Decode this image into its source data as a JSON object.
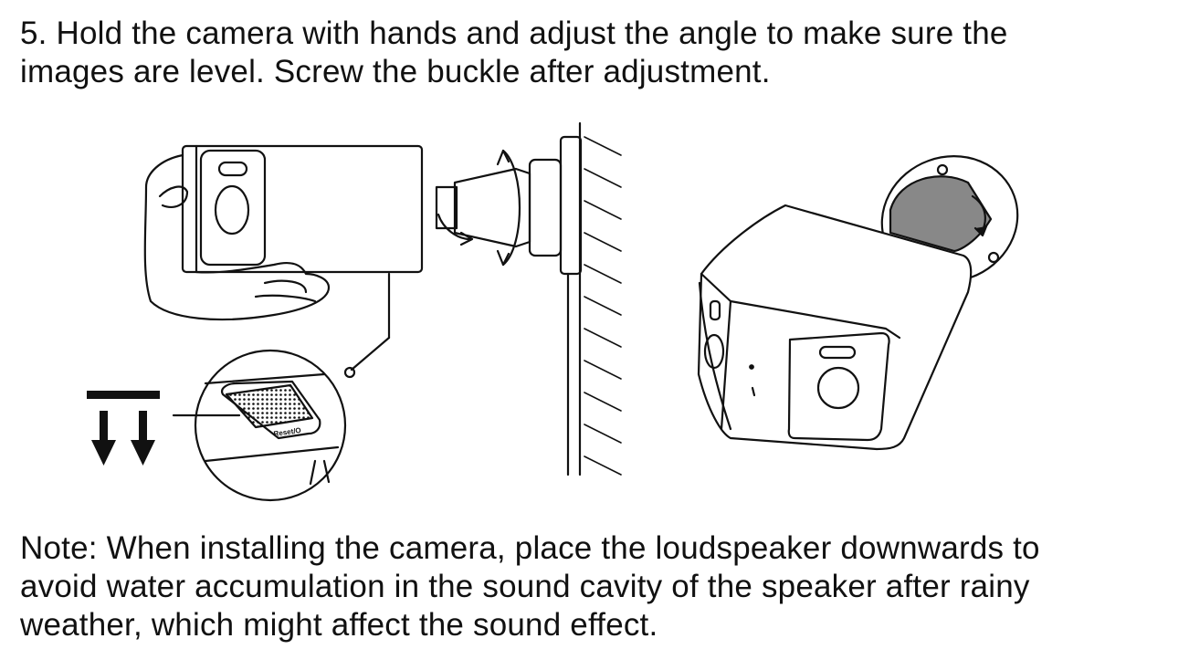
{
  "step": {
    "line1": "5. Hold the camera with hands and adjust the angle to make sure the",
    "line2": "images are level. Screw the buckle after adjustment."
  },
  "illustration": {
    "label": "Reset/O"
  },
  "note": {
    "line1": "Note: When installing the camera, place the loudspeaker downwards to",
    "line2": "avoid water accumulation in the sound cavity of the speaker after rainy",
    "line3": "weather, which might affect the sound effect."
  }
}
